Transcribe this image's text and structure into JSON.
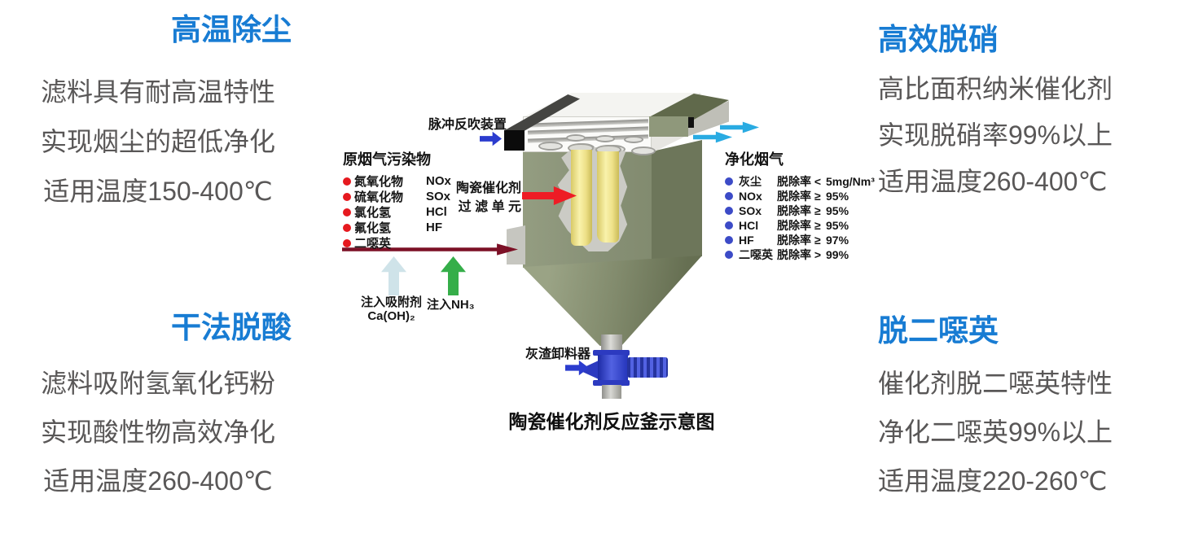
{
  "colors": {
    "accent_blue": "#187CD3",
    "body_text": "#595757",
    "label_text": "#151515",
    "vessel_green": "#8A9377",
    "vessel_green_dark": "#6D765A",
    "filter_yellow": "#EFE28A",
    "red_arrow": "#EE1C25",
    "dark_red_arrow": "#7C1026",
    "royal_blue_arrow": "#2B3CCE",
    "cyan_arrow": "#29ABE2",
    "green_arrow": "#35AE49",
    "pale_blue_arrow": "#CFE3E9",
    "red_bullet": "#E6191F",
    "blue_bullet": "#3C4BC7"
  },
  "features": {
    "top_left": {
      "title": "高温除尘",
      "lines": [
        "滤料具有耐高温特性",
        "实现烟尘的超低净化",
        "适用温度150-400℃"
      ]
    },
    "top_right": {
      "title": "高效脱硝",
      "lines": [
        "高比面积纳米催化剂",
        "实现脱硝率99%以上",
        "适用温度260-400℃"
      ]
    },
    "bottom_left": {
      "title": "干法脱酸",
      "lines": [
        "滤料吸附氢氧化钙粉",
        "实现酸性物高效净化",
        "适用温度260-400℃"
      ]
    },
    "bottom_right": {
      "title": "脱二噁英",
      "lines": [
        "催化剂脱二噁英特性",
        "净化二噁英99%以上",
        "适用温度220-260℃"
      ]
    }
  },
  "diagram": {
    "caption": "陶瓷催化剂反应釜示意图",
    "labels": {
      "pulse_device": "脉冲反吹装置",
      "filter_unit_line1": "陶瓷催化剂",
      "filter_unit_line2": "过 滤 单 元",
      "ash_discharger": "灰渣卸料器",
      "inject_sorbent": "注入吸附剂",
      "inject_sorbent_formula": "Ca(OH)₂",
      "inject_ammonia": "注入NH₃"
    },
    "raw_gas": {
      "heading": "原烟气污染物",
      "items": [
        {
          "name": "氮氧化物",
          "formula": "NOx"
        },
        {
          "name": "硫氧化物",
          "formula": "SOx"
        },
        {
          "name": "氯化氢",
          "formula": "HCl"
        },
        {
          "name": "氟化氢",
          "formula": "HF"
        },
        {
          "name": "二噁英",
          "formula": ""
        }
      ]
    },
    "clean_gas": {
      "heading": "净化烟气",
      "rows": [
        {
          "name": "灰尘",
          "label": "脱除率",
          "relation": "<",
          "value": "5mg/Nm³"
        },
        {
          "name": "NOx",
          "label": "脱除率",
          "relation": "≥",
          "value": "95%"
        },
        {
          "name": "SOx",
          "label": "脱除率",
          "relation": "≥",
          "value": "95%"
        },
        {
          "name": "HCl",
          "label": "脱除率",
          "relation": "≥",
          "value": "95%"
        },
        {
          "name": "HF",
          "label": "脱除率",
          "relation": "≥",
          "value": "97%"
        },
        {
          "name": "二噁英",
          "label": "脱除率",
          "relation": ">",
          "value": "99%"
        }
      ]
    }
  }
}
